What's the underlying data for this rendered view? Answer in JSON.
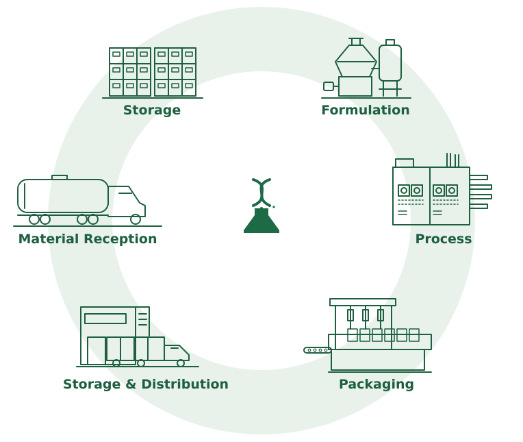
{
  "colors": {
    "ring": "#e8f2eb",
    "line": "#1d5f3f",
    "accent": "#1d6b46"
  },
  "center": {
    "icon": "dna-flask-logo-icon"
  },
  "stages": [
    {
      "id": "storage",
      "label": "Storage",
      "icon": "warehouse-shelves-icon"
    },
    {
      "id": "formulation",
      "label": "Formulation",
      "icon": "mixing-tanks-icon"
    },
    {
      "id": "process",
      "label": "Process",
      "icon": "process-machine-icon"
    },
    {
      "id": "packaging",
      "label": "Packaging",
      "icon": "filling-line-icon"
    },
    {
      "id": "storage_distribution",
      "label": "Storage & Distribution",
      "icon": "warehouse-truck-icon"
    },
    {
      "id": "material_reception",
      "label": "Material Reception",
      "icon": "tanker-truck-icon"
    }
  ]
}
